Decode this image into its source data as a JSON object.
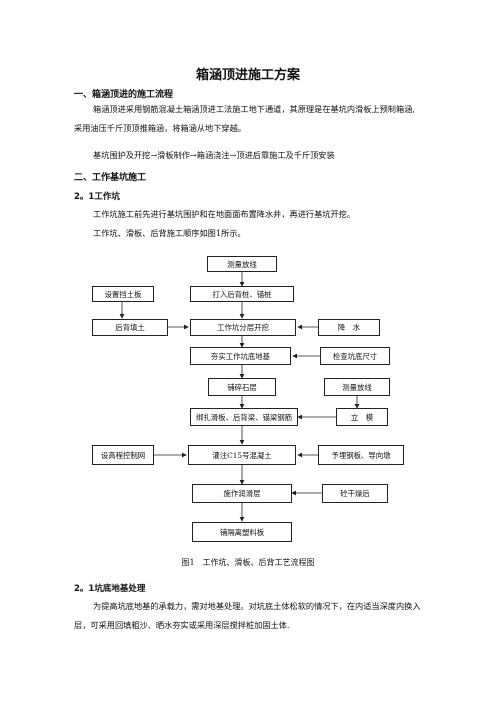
{
  "doc": {
    "title": "箱涵顶进施工方案",
    "sec1_heading": "一、箱涵顶进的施工流程",
    "sec1_p1": "箱涵顶进采用钢筋混凝土箱涵顶进工法施工地下通道，其原理是在基坑内滑板上预制箱涵,采用油压千斤顶顶推箱涵，将箱涵从地下穿越。",
    "sec1_p2": "基坑围护及开挖→滑板制作→箱涵浇注→顶进后靠施工及千斤顶安装",
    "sec2_heading": "二、工作基坑施工",
    "sec21_heading": "2。1工作坑",
    "sec21_p1": "工作坑施工前先进行基坑围护和在地面面布置降水井，再进行基坑开挖。",
    "sec21_p2": "工作坑、滑板、后背施工顺序如图1所示。",
    "sec211_heading": "2。1坑底地基处理",
    "sec211_p1": "为提高坑底地基的承载力，需对地基处理。对坑底土体松软的情况下，在内适当深度内换入层，可采用回填粗沙、晒水夯实或采用深层搅拌桩加固土体."
  },
  "flowchart": {
    "survey": "测量放线",
    "retaining": "设置挡土板",
    "piles": "打入后背桩、锚桩",
    "backfill": "后背填土",
    "excavate": "工作坑分层开挖",
    "dewater": "降　水",
    "compact": "夯实工作坑底地基",
    "check": "检查坑底尺寸",
    "gravel": "铺碎石层",
    "survey2": "测量放线",
    "rebar": "绑扎滑板、后背梁、锚梁钢筋",
    "formwork": "立　模",
    "elevation": "设高程控制网",
    "pour": "灌注C15号混凝土",
    "steel": "予埋钢板、导向墩",
    "lubricate": "施作润滑层",
    "cure": "砼干燥后",
    "plastic": "铺隔离塑料板",
    "caption": "图1　工作坑、滑板、后背工艺流程图"
  }
}
